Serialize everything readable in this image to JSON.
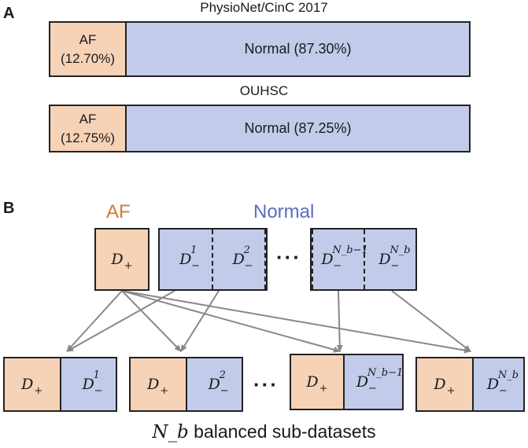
{
  "panel_a": {
    "letter": "A",
    "datasets": [
      {
        "title": "PhysioNet/CinC 2017",
        "af_label": "AF",
        "af_pct": "(12.70%)",
        "normal_label": "Normal (87.30%)",
        "af_fraction": 0.127
      },
      {
        "title": "OUHSC",
        "af_label": "AF",
        "af_pct": "(12.75%)",
        "normal_label": "Normal (87.25%)",
        "af_fraction": 0.1275
      }
    ]
  },
  "panel_b": {
    "letter": "B",
    "af_class_label": "AF",
    "normal_class_label": "Normal",
    "ellipsis": "···",
    "top": {
      "positive": {
        "sym": "D",
        "sub": "+"
      },
      "negatives": [
        {
          "sym": "D",
          "sup": "1",
          "sub": "−"
        },
        {
          "sym": "D",
          "sup": "2",
          "sub": "−"
        },
        {
          "sym": "D",
          "sup": "N_b−1",
          "sub": "−"
        },
        {
          "sym": "D",
          "sup": "N_b",
          "sub": "−"
        }
      ]
    },
    "sub_datasets": [
      {
        "pos": "D",
        "pos_sub": "+",
        "neg": "D",
        "neg_sup": "1",
        "neg_sub": "−"
      },
      {
        "pos": "D",
        "pos_sub": "+",
        "neg": "D",
        "neg_sup": "2",
        "neg_sub": "−"
      },
      {
        "pos": "D",
        "pos_sub": "+",
        "neg": "D",
        "neg_sup": "N_b−1",
        "neg_sub": "−"
      },
      {
        "pos": "D",
        "pos_sub": "+",
        "neg": "D",
        "neg_sup": "N_b",
        "neg_sub": "−"
      }
    ],
    "caption_symbol": "N_b",
    "caption_text": " balanced sub-datasets"
  },
  "colors": {
    "af_fill": "#f6d2b6",
    "normal_fill": "#c2cbea",
    "af_text": "#d07a35",
    "normal_text": "#5a6cc4",
    "arrow": "#888888"
  }
}
